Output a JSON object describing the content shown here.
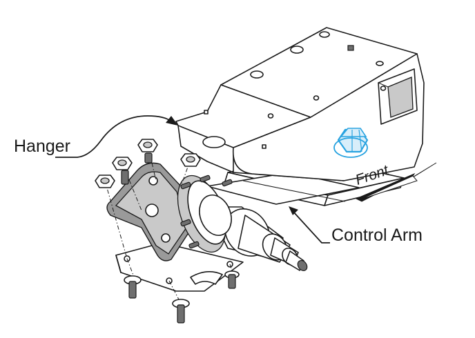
{
  "labels": {
    "hanger": "Hanger",
    "control_arm": "Control Arm",
    "front": "Front"
  },
  "colors": {
    "highlight_bolt": "#29a3e0",
    "highlight_bolt_fill": "#d8eefa",
    "line": "#1a1a1a",
    "shade": "#9a9a9a"
  },
  "icons": {
    "front_arrow": "direction-arrow-icon"
  }
}
